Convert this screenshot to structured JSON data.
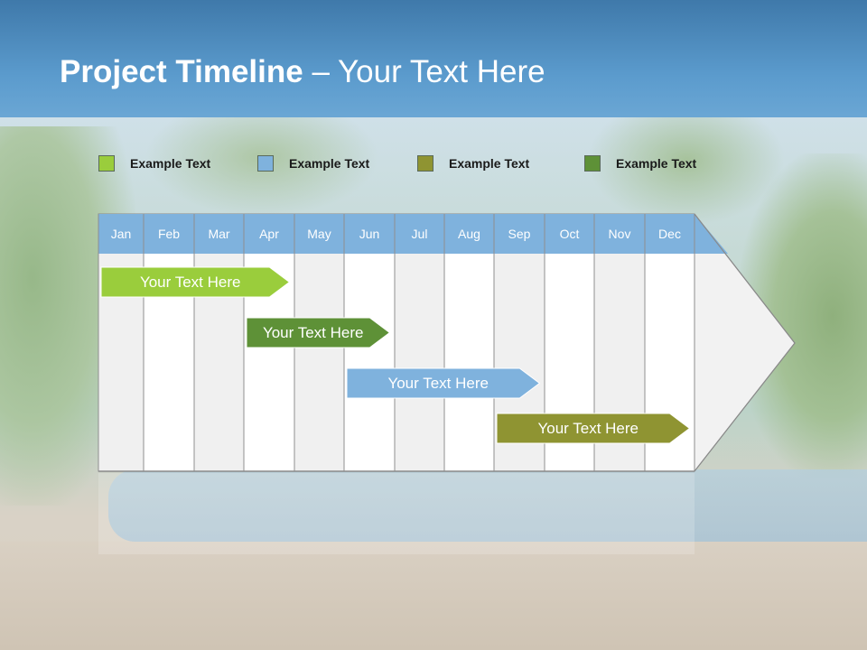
{
  "slide": {
    "title_bold": "Project Timeline",
    "title_rest": "– Your Text Here"
  },
  "legend": [
    {
      "label": "Example Text",
      "color": "#9acd3c"
    },
    {
      "label": "Example Text",
      "color": "#7fb2dd"
    },
    {
      "label": "Example Text",
      "color": "#8f9432"
    },
    {
      "label": "Example Text",
      "color": "#5e9137"
    }
  ],
  "chart_data": {
    "type": "gantt",
    "categories": [
      "Jan",
      "Feb",
      "Mar",
      "Apr",
      "May",
      "Jun",
      "Jul",
      "Aug",
      "Sep",
      "Oct",
      "Nov",
      "Dec"
    ],
    "header_color": "#7fb2dd",
    "tasks": [
      {
        "label": "Your  Text Here",
        "start": "Jan",
        "end": "Apr",
        "color": "#9acd3c"
      },
      {
        "label": "Your  Text Here",
        "start": "Apr",
        "end": "Jun",
        "color": "#5e9137"
      },
      {
        "label": "Your  Text Here",
        "start": "Jun",
        "end": "Sep",
        "color": "#7fb2dd"
      },
      {
        "label": "Your  Text Here",
        "start": "Sep",
        "end": "Dec",
        "color": "#8f9432"
      }
    ]
  }
}
